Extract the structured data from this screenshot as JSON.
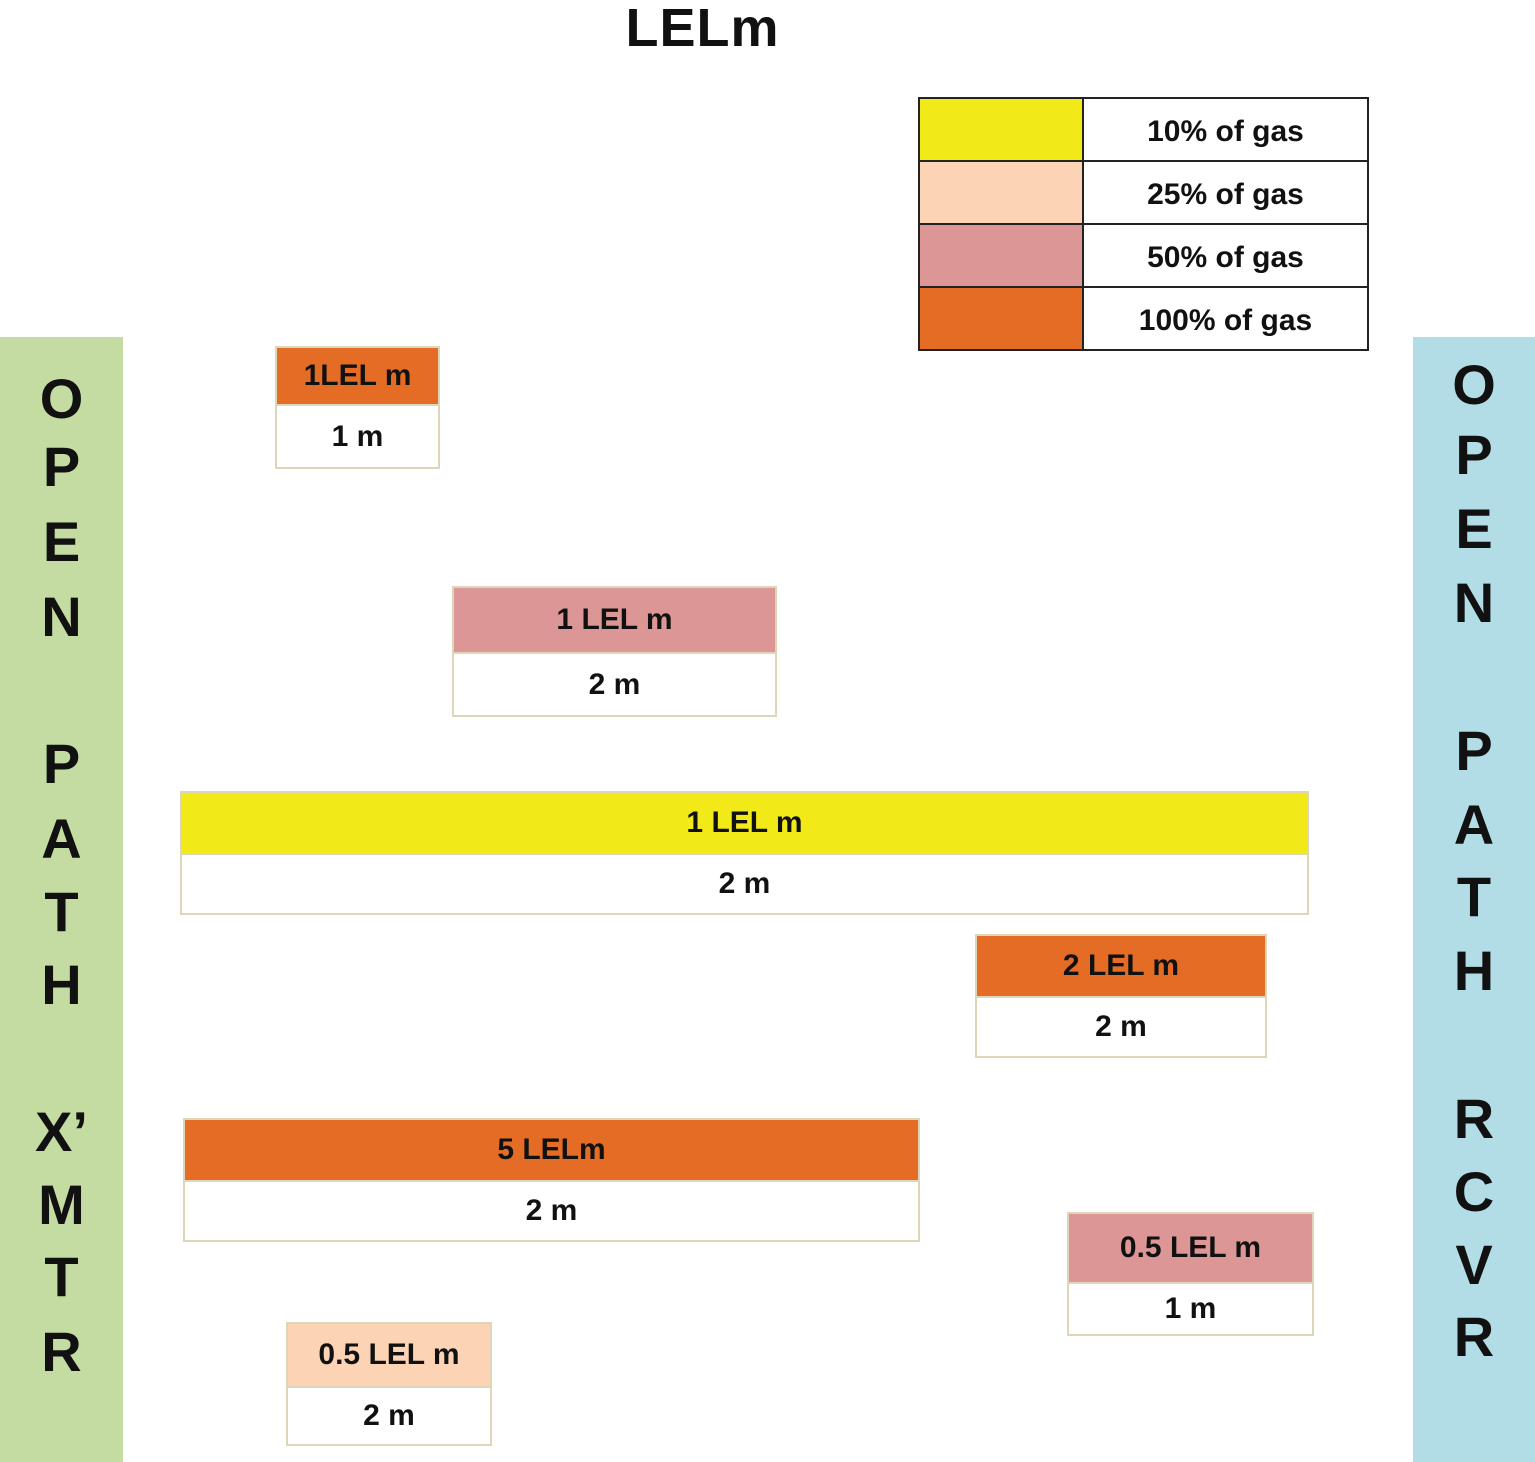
{
  "title": "LELm",
  "colors": {
    "yellow": "#f2ea18",
    "peach": "#fcd3b4",
    "pink": "#dc9696",
    "orange": "#e56c25",
    "transmitter_bar": "#c4dca1",
    "receiver_bar": "#b3dde6"
  },
  "left_bar": {
    "letters": [
      "O",
      "P",
      "E",
      "N",
      "P",
      "A",
      "T",
      "H",
      "X’",
      "M",
      "T",
      "R"
    ]
  },
  "right_bar": {
    "letters": [
      "O",
      "P",
      "E",
      "N",
      "P",
      "A",
      "T",
      "H",
      "R",
      "C",
      "V",
      "R"
    ]
  },
  "legend": [
    {
      "color": "#f2ea18",
      "label": "10% of gas"
    },
    {
      "color": "#fcd3b4",
      "label": "25% of gas"
    },
    {
      "color": "#dc9696",
      "label": "50% of gas"
    },
    {
      "color": "#e56c25",
      "label": "100% of gas"
    }
  ],
  "clouds": [
    {
      "concentration": "1LEL m",
      "length": "1 m",
      "color": "#e56c25"
    },
    {
      "concentration": "1 LEL m",
      "length": "2 m",
      "color": "#dc9696"
    },
    {
      "concentration": "1 LEL m",
      "length": "2 m",
      "color": "#f2ea18"
    },
    {
      "concentration": "2 LEL m",
      "length": "2 m",
      "color": "#e56c25"
    },
    {
      "concentration": "5 LELm",
      "length": "2 m",
      "color": "#e56c25"
    },
    {
      "concentration": "0.5 LEL m",
      "length": "1 m",
      "color": "#dc9696"
    },
    {
      "concentration": "0.5 LEL m",
      "length": "2 m",
      "color": "#fcd3b4"
    }
  ]
}
